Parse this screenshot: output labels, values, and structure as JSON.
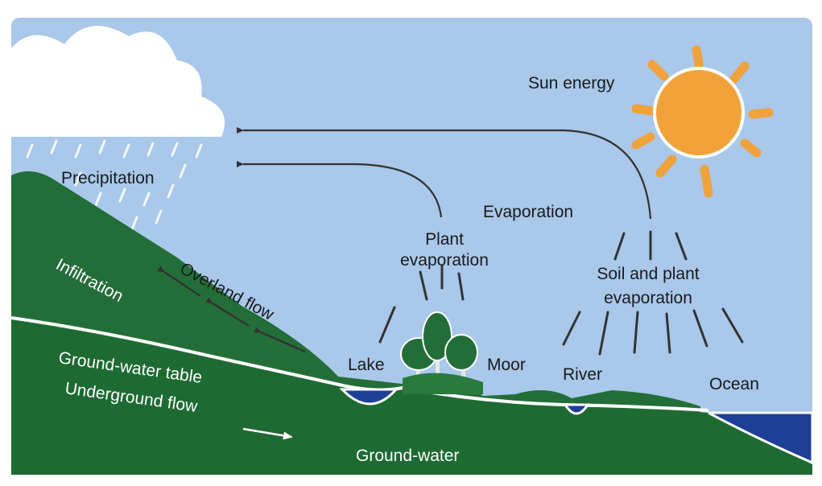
{
  "labels": {
    "sun_energy": "Sun energy",
    "precipitation": "Precipitation",
    "evaporation": "Evaporation",
    "plant_evaporation_line1": "Plant",
    "plant_evaporation_line2": "evaporation",
    "soil_plant_line1": "Soil and plant",
    "soil_plant_line2": "evaporation",
    "infiltration": "Infiltration",
    "overland_flow": "Overland flow",
    "lake": "Lake",
    "moor": "Moor",
    "river": "River",
    "ocean": "Ocean",
    "ground_water_table": "Ground-water table",
    "underground_flow": "Underground flow",
    "ground_water": "Ground-water"
  },
  "colors": {
    "sky": "#a9c8ea",
    "ground_dark": "#1e6a33",
    "ground_light": "#2f8a43",
    "water": "#1d3f96",
    "sun": "#f2a23a",
    "sun_ray": "#f0a23c",
    "cloud": "#ffffff",
    "arrow": "#333333"
  }
}
